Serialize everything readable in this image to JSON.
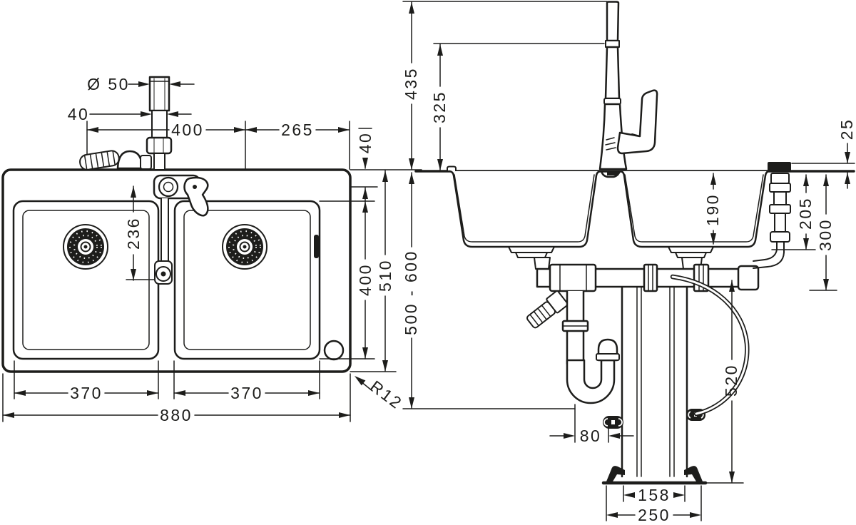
{
  "colors": {
    "ink": "#1d1d1b",
    "paper": "#ffffff"
  },
  "plan_view": {
    "faucet_hole_diameter": "Ø 50",
    "faucet_hole_inner": "40",
    "drain_spacing": "400",
    "drain_to_edge": "265",
    "faucet_center_to_rear_edge": "40",
    "spout_projection": "236",
    "bowl_length": "400",
    "sink_depth": "510",
    "worktop_depth_range": "500 - 600",
    "bowl_width_left": "370",
    "bowl_width_right": "370",
    "sink_length": "880",
    "corner_radius": "R12"
  },
  "section_view": {
    "faucet_total_height": "435",
    "spout_outlet_height": "325",
    "rim_above_worktop": "25",
    "bowl_depth": "190",
    "drain_depth": "205",
    "connection_depth": "300",
    "drain_outlet_height": "520",
    "trap_offset": "80",
    "frame_width": "158",
    "base_width": "250"
  }
}
